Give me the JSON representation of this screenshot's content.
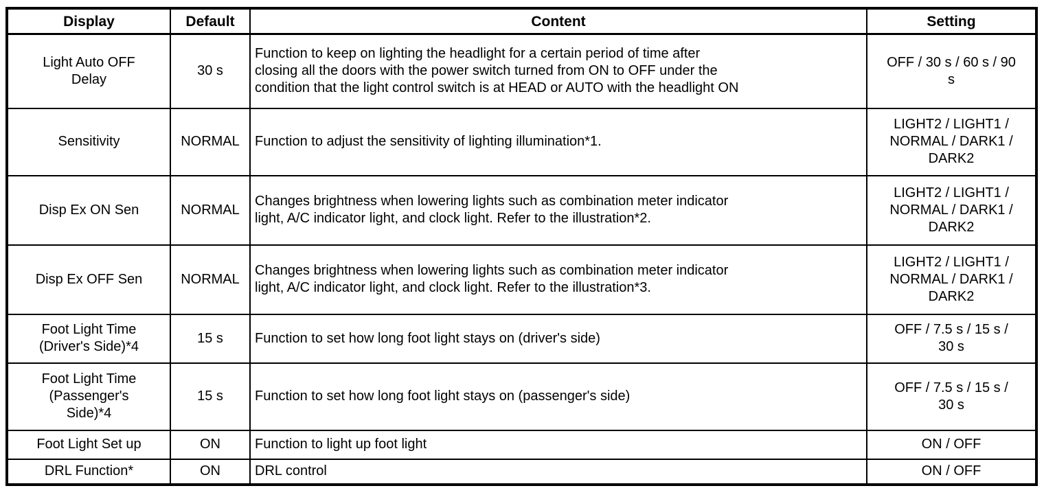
{
  "table": {
    "headers": {
      "display": "Display",
      "default": "Default",
      "content": "Content",
      "setting": "Setting"
    },
    "rows": [
      {
        "display": "Light Auto OFF\nDelay",
        "default": "30 s",
        "content": "Function to keep on lighting the headlight for a certain period of time after\nclosing all the doors with the power switch turned from ON to OFF under the\ncondition that the light control switch is at HEAD or AUTO with the headlight ON",
        "setting": "OFF / 30 s / 60 s / 90\ns"
      },
      {
        "display": "Sensitivity",
        "default": "NORMAL",
        "content": "Function to adjust the sensitivity of lighting illumination*1.",
        "setting": "LIGHT2 / LIGHT1 /\nNORMAL / DARK1 /\nDARK2"
      },
      {
        "display": "Disp Ex ON Sen",
        "default": "NORMAL",
        "content": "Changes brightness when lowering lights such as combination meter indicator\nlight, A/C indicator light, and clock light. Refer to the illustration*2.",
        "setting": "LIGHT2 / LIGHT1 /\nNORMAL / DARK1 /\nDARK2"
      },
      {
        "display": "Disp Ex OFF Sen",
        "default": "NORMAL",
        "content": "Changes brightness when lowering lights such as combination meter indicator\nlight, A/C indicator light, and clock light. Refer to the illustration*3.",
        "setting": "LIGHT2 / LIGHT1 /\nNORMAL / DARK1 /\nDARK2"
      },
      {
        "display": "Foot Light Time\n(Driver's Side)*4",
        "default": "15 s",
        "content": "Function to set how long foot light stays on (driver's side)",
        "setting": "OFF / 7.5 s / 15 s /\n30 s"
      },
      {
        "display": "Foot Light Time\n(Passenger's\nSide)*4",
        "default": "15 s",
        "content": "Function to set how long foot light stays on (passenger's side)",
        "setting": "OFF / 7.5 s / 15 s /\n30 s"
      },
      {
        "display": "Foot Light Set up",
        "default": "ON",
        "content": "Function to light up foot light",
        "setting": "ON / OFF"
      },
      {
        "display": "DRL Function*",
        "default": "ON",
        "content": "DRL control",
        "setting": "ON / OFF"
      }
    ],
    "colors": {
      "border": "#000000",
      "text": "#000000",
      "background": "#ffffff"
    }
  }
}
